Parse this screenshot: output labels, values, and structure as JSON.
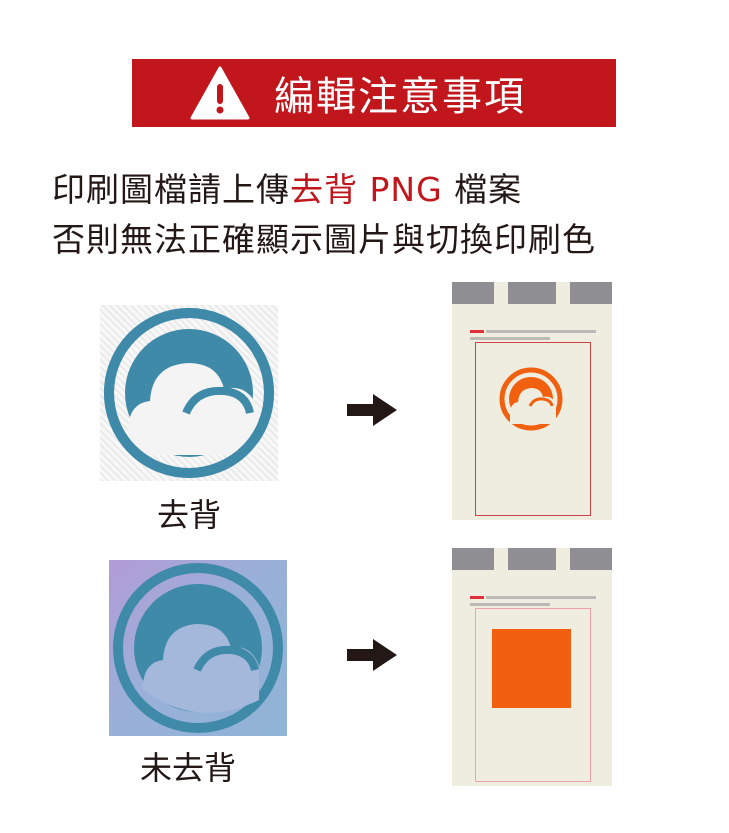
{
  "banner": {
    "icon": "warning-icon",
    "title": "編輯注意事項",
    "color": "#c0161c"
  },
  "instructions": {
    "line1_prefix": "印刷圖檔請上傳",
    "line1_highlight": "去背 PNG",
    "line1_suffix": " 檔案",
    "line2": "否則無法正確顯示圖片與切換印刷色"
  },
  "examples": [
    {
      "caption": "去背",
      "result": "logo-printed"
    },
    {
      "caption": "未去背",
      "result": "solid-block-printed"
    }
  ],
  "colors": {
    "logo": "#3f8aa8",
    "print": "#f0600e",
    "accent": "#c0161c"
  }
}
